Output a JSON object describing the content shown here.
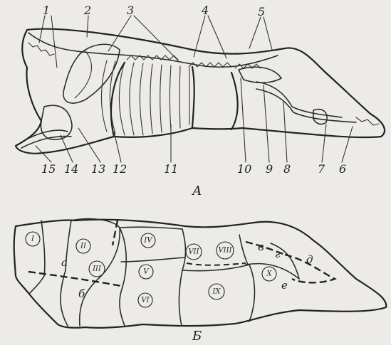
{
  "figure_a": {
    "caption": "А",
    "numbers": [
      "1",
      "2",
      "3",
      "4",
      "5",
      "6",
      "7",
      "8",
      "9",
      "10",
      "11",
      "12",
      "13",
      "14",
      "15"
    ]
  },
  "figure_b": {
    "caption": "Б",
    "romans": [
      "I",
      "II",
      "III",
      "IV",
      "V",
      "VI",
      "VII",
      "VIII",
      "IX",
      "X"
    ],
    "letters": [
      "а",
      "б",
      "в",
      "г",
      "д",
      "е"
    ]
  }
}
